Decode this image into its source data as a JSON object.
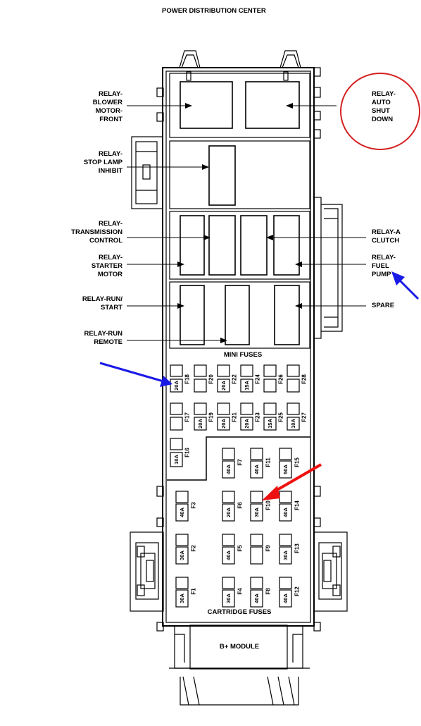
{
  "title": "POWER DISTRIBUTION CENTER",
  "section_labels": {
    "mini_fuses": "MINI FUSES",
    "cartridge_fuses": "CARTRIDGE FUSES",
    "b_plus_module": "B+ MODULE"
  },
  "relay_labels": {
    "blower_motor_front": "RELAY-\nBLOWER\nMOTOR-\nFRONT",
    "auto_shut_down": "RELAY-\nAUTO\nSHUT\nDOWN",
    "stop_lamp_inhibit": "RELAY-\nSTOP LAMP\nINHIBIT",
    "transmission_control": "RELAY-\nTRANSMISSION\nCONTROL",
    "ac_clutch": "RELAY-A\nCLUTCH",
    "starter_motor": "RELAY-\nSTARTER\nMOTOR",
    "fuel_pump": "RELAY-\nFUEL\nPUMP",
    "run_start": "RELAY-RUN/\nSTART",
    "spare": "SPARE",
    "run_remote": "RELAY-RUN\nREMOTE"
  },
  "mini_fuses": {
    "top_row": [
      {
        "id": "F18",
        "amp": "20A"
      },
      {
        "id": "F20",
        "amp": ""
      },
      {
        "id": "F22",
        "amp": "20A"
      },
      {
        "id": "F24",
        "amp": "15A"
      },
      {
        "id": "F26",
        "amp": ""
      },
      {
        "id": "F28",
        "amp": ""
      }
    ],
    "bottom_row": [
      {
        "id": "F17",
        "amp": ""
      },
      {
        "id": "F19",
        "amp": "20A"
      },
      {
        "id": "F21",
        "amp": "20A"
      },
      {
        "id": "F23",
        "amp": "20A"
      },
      {
        "id": "F25",
        "amp": "15A"
      },
      {
        "id": "F27",
        "amp": "10A"
      }
    ],
    "single": {
      "id": "F16",
      "amp": "10A"
    }
  },
  "cartridge_fuses": [
    {
      "id": "F7",
      "amp": "40A"
    },
    {
      "id": "F11",
      "amp": "40A"
    },
    {
      "id": "F15",
      "amp": "50A"
    },
    {
      "id": "F3",
      "amp": "40A"
    },
    {
      "id": "F6",
      "amp": "20A"
    },
    {
      "id": "F10",
      "amp": "30A"
    },
    {
      "id": "F14",
      "amp": "40A"
    },
    {
      "id": "F2",
      "amp": "30A"
    },
    {
      "id": "F5",
      "amp": "40A"
    },
    {
      "id": "F9",
      "amp": ""
    },
    {
      "id": "F13",
      "amp": "30A"
    },
    {
      "id": "F1",
      "amp": "30A"
    },
    {
      "id": "F4",
      "amp": "30A"
    },
    {
      "id": "F8",
      "amp": "40A"
    },
    {
      "id": "F12",
      "amp": "40A"
    }
  ],
  "annotation_colors": {
    "circle": "#d42020",
    "red_arrow": "#ee1111",
    "blue_arrow": "#1a1ae6"
  }
}
